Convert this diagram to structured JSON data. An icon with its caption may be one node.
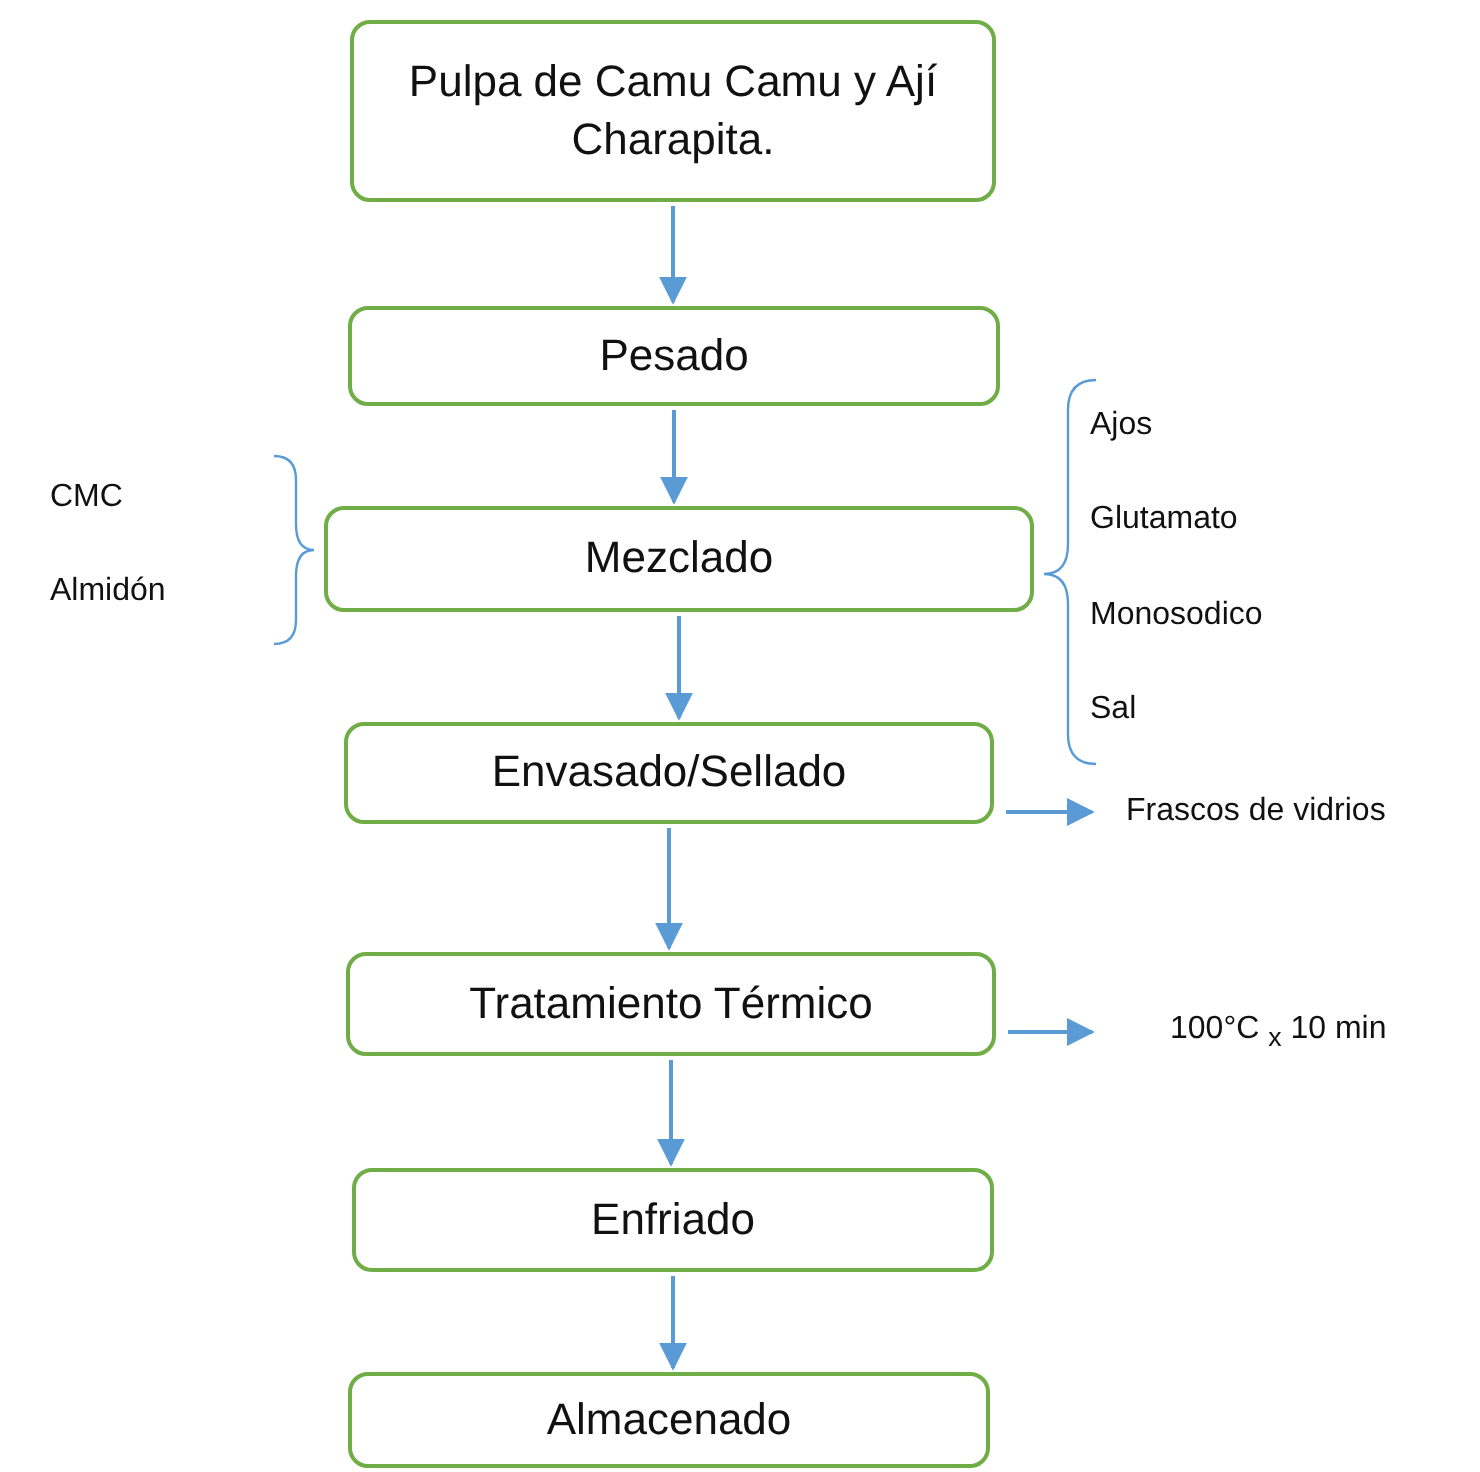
{
  "diagram": {
    "nodes": [
      {
        "text": [
          "Pulpa de Camu Camu y Ají Charapita."
        ]
      },
      {
        "text": [
          "Pesado"
        ]
      },
      {
        "text": [
          "Mezclado"
        ]
      },
      {
        "text": [
          "Envasado/Sellado"
        ]
      },
      {
        "text": [
          "Tratamiento Térmico"
        ]
      },
      {
        "text": [
          "Enfriado"
        ]
      },
      {
        "text": [
          "Almacenado"
        ]
      },
      {
        "text": [
          "Frascos de vidrios"
        ]
      },
      {
        "text": [
          "100°C $_{x}$ 10 min"
        ]
      }
    ],
    "edges": [
      {
        "from": 0,
        "to": 1,
        "arrow": "to"
      },
      {
        "from": 1,
        "to": 2,
        "arrow": "to"
      },
      {
        "from": 2,
        "to": 3,
        "arrow": "to"
      },
      {
        "from": 3,
        "to": 4,
        "arrow": "to"
      },
      {
        "from": 4,
        "to": 5,
        "arrow": "to"
      },
      {
        "from": 5,
        "to": 6,
        "arrow": "to"
      },
      {
        "from": 3,
        "to": 7,
        "arrow": "to"
      },
      {
        "from": 4,
        "to": 8,
        "arrow": "to"
      }
    ],
    "labels": [
      "Ajos",
      "CMC",
      "Glutamato",
      "Almidón",
      "Monosodico",
      "Sal"
    ]
  }
}
